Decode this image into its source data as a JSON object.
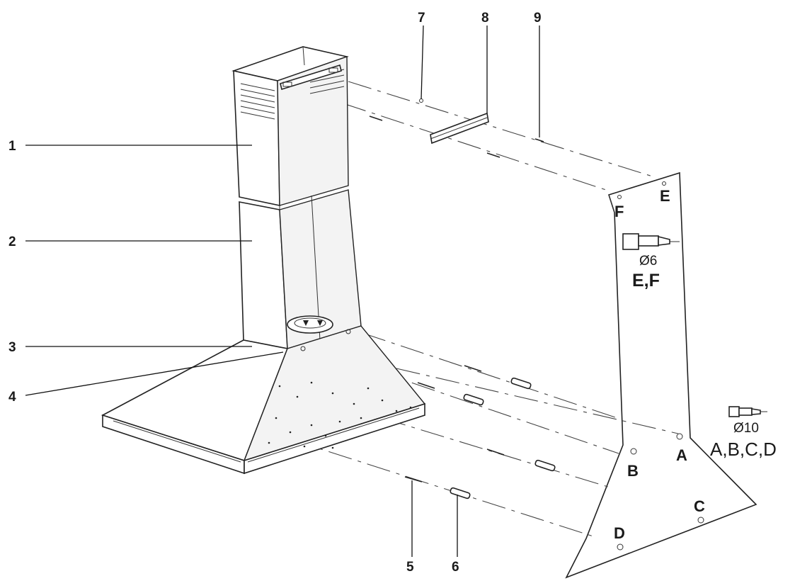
{
  "callouts": {
    "c1": "1",
    "c2": "2",
    "c3": "3",
    "c4": "4",
    "c5": "5",
    "c6": "6",
    "c7": "7",
    "c8": "8",
    "c9": "9"
  },
  "wall_points": {
    "a": "A",
    "b": "B",
    "c": "C",
    "d": "D",
    "e": "E",
    "f": "F"
  },
  "drill_upper": {
    "diameter": "Ø6",
    "holes": "E,F"
  },
  "drill_lower": {
    "diameter": "Ø10",
    "holes": "A,B,C,D"
  }
}
